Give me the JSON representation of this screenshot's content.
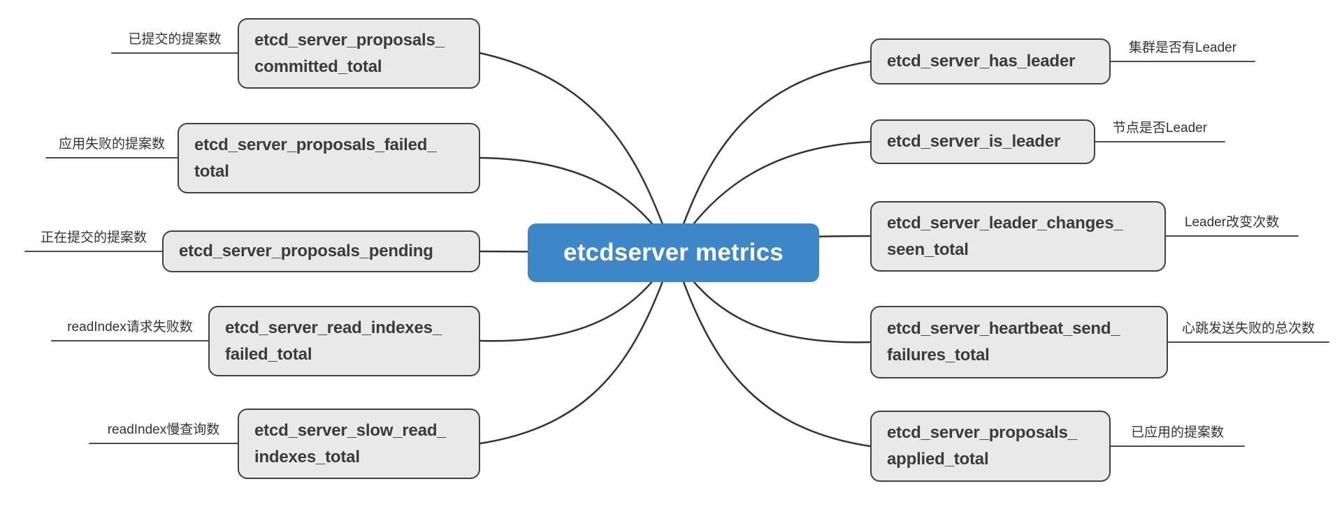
{
  "title": "etcdserver metrics",
  "center": {
    "label": "etcdserver metrics"
  },
  "left_nodes": [
    {
      "label": "etcd_server_proposals_\ncommitted_total",
      "annotation": "已提交的提案数"
    },
    {
      "label": "etcd_server_proposals_failed_\ntotal",
      "annotation": "应用失败的提案数"
    },
    {
      "label": "etcd_server_proposals_pending",
      "annotation": "正在提交的提案数"
    },
    {
      "label": "etcd_server_read_indexes_\nfailed_total",
      "annotation": "readIndex请求失败数"
    },
    {
      "label": "etcd_server_slow_read_\nindexes_total",
      "annotation": "readIndex慢查询数"
    }
  ],
  "right_nodes": [
    {
      "label": "etcd_server_has_leader",
      "annotation": "集群是否有Leader"
    },
    {
      "label": "etcd_server_is_leader",
      "annotation": "节点是否Leader"
    },
    {
      "label": "etcd_server_leader_changes_\nseen_total",
      "annotation": "Leader改变次数"
    },
    {
      "label": "etcd_server_heartbeat_send_\nfailures_total",
      "annotation": "心跳发送失败的总次数"
    },
    {
      "label": "etcd_server_proposals_\napplied_total",
      "annotation": "已应用的提案数"
    }
  ],
  "colors": {
    "accent": "#3d87c9",
    "center_text": "#ffffff",
    "node_fill": "#e9e9e9",
    "node_border": "#404040",
    "connector": "#333333",
    "annotation_line": "#4a4a4a",
    "annotation_text": "#333333"
  }
}
